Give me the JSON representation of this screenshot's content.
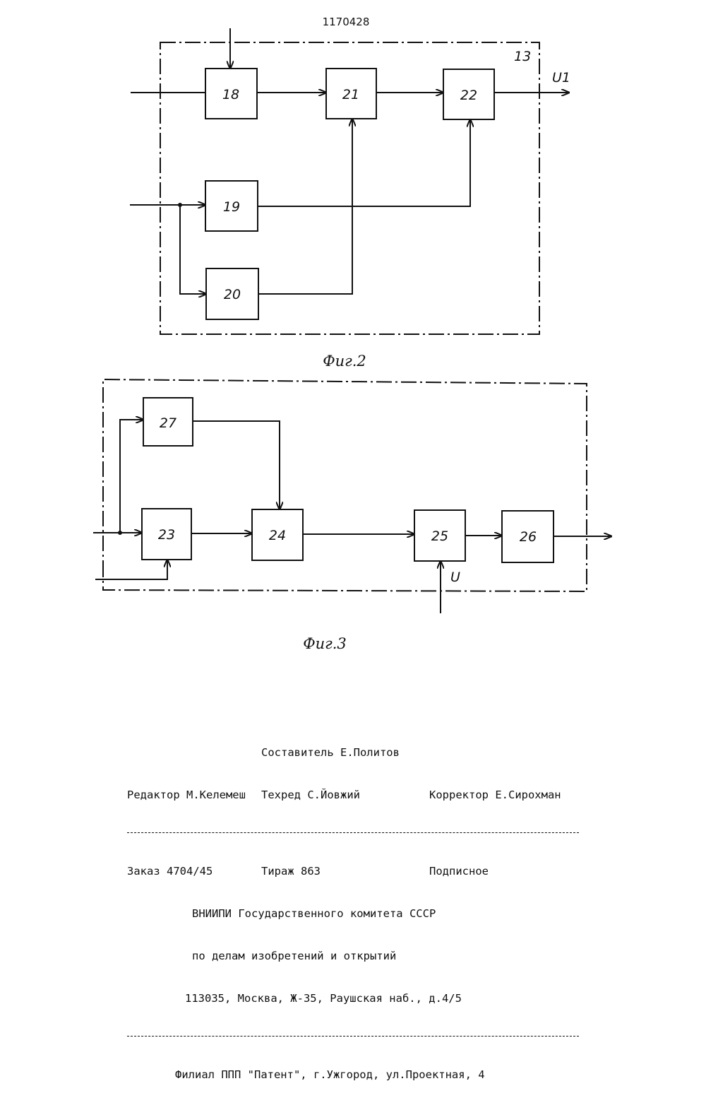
{
  "header": {
    "patent_number": "1170428"
  },
  "fig2": {
    "caption": "Фиг.2",
    "frame_label": "13",
    "output_label": "U1",
    "blocks": {
      "b18": "18",
      "b19": "19",
      "b20": "20",
      "b21": "21",
      "b22": "22"
    }
  },
  "fig3": {
    "caption": "Фиг.3",
    "input_label": "U",
    "blocks": {
      "b23": "23",
      "b24": "24",
      "b25": "25",
      "b26": "26",
      "b27": "27"
    }
  },
  "imprint": {
    "compiler": "Составитель Е.Политов",
    "editor": "Редактор М.Келемеш",
    "techred": "Техред С.Йовжий",
    "corrector": "Корректор Е.Сирохман",
    "order": "Заказ 4704/45",
    "circulation": "Тираж 863",
    "subscription": "Подписное",
    "org_line1": "ВНИИПИ Государственного комитета СССР",
    "org_line2": "по делам изобретений и открытий",
    "address": "113035, Москва, Ж-35, Раушская наб., д.4/5",
    "branch": "Филиал ППП \"Патент\", г.Ужгород, ул.Проектная, 4"
  }
}
